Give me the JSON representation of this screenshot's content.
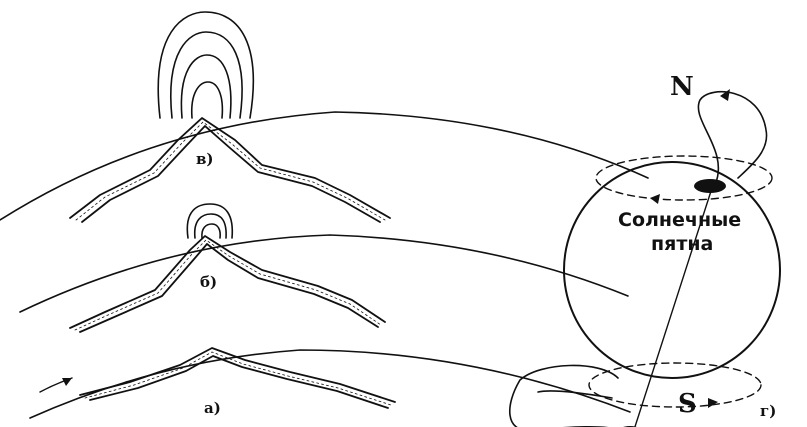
{
  "panels": {
    "a": {
      "label": "а)"
    },
    "b": {
      "label": "б)"
    },
    "v": {
      "label": "в)"
    },
    "g": {
      "label": "г)",
      "north": "N",
      "south": "S",
      "sunspots_line1": "Солнечные",
      "sunspots_line2": "пятна"
    }
  },
  "colors": {
    "ink": "#111111",
    "background": "#ffffff"
  }
}
